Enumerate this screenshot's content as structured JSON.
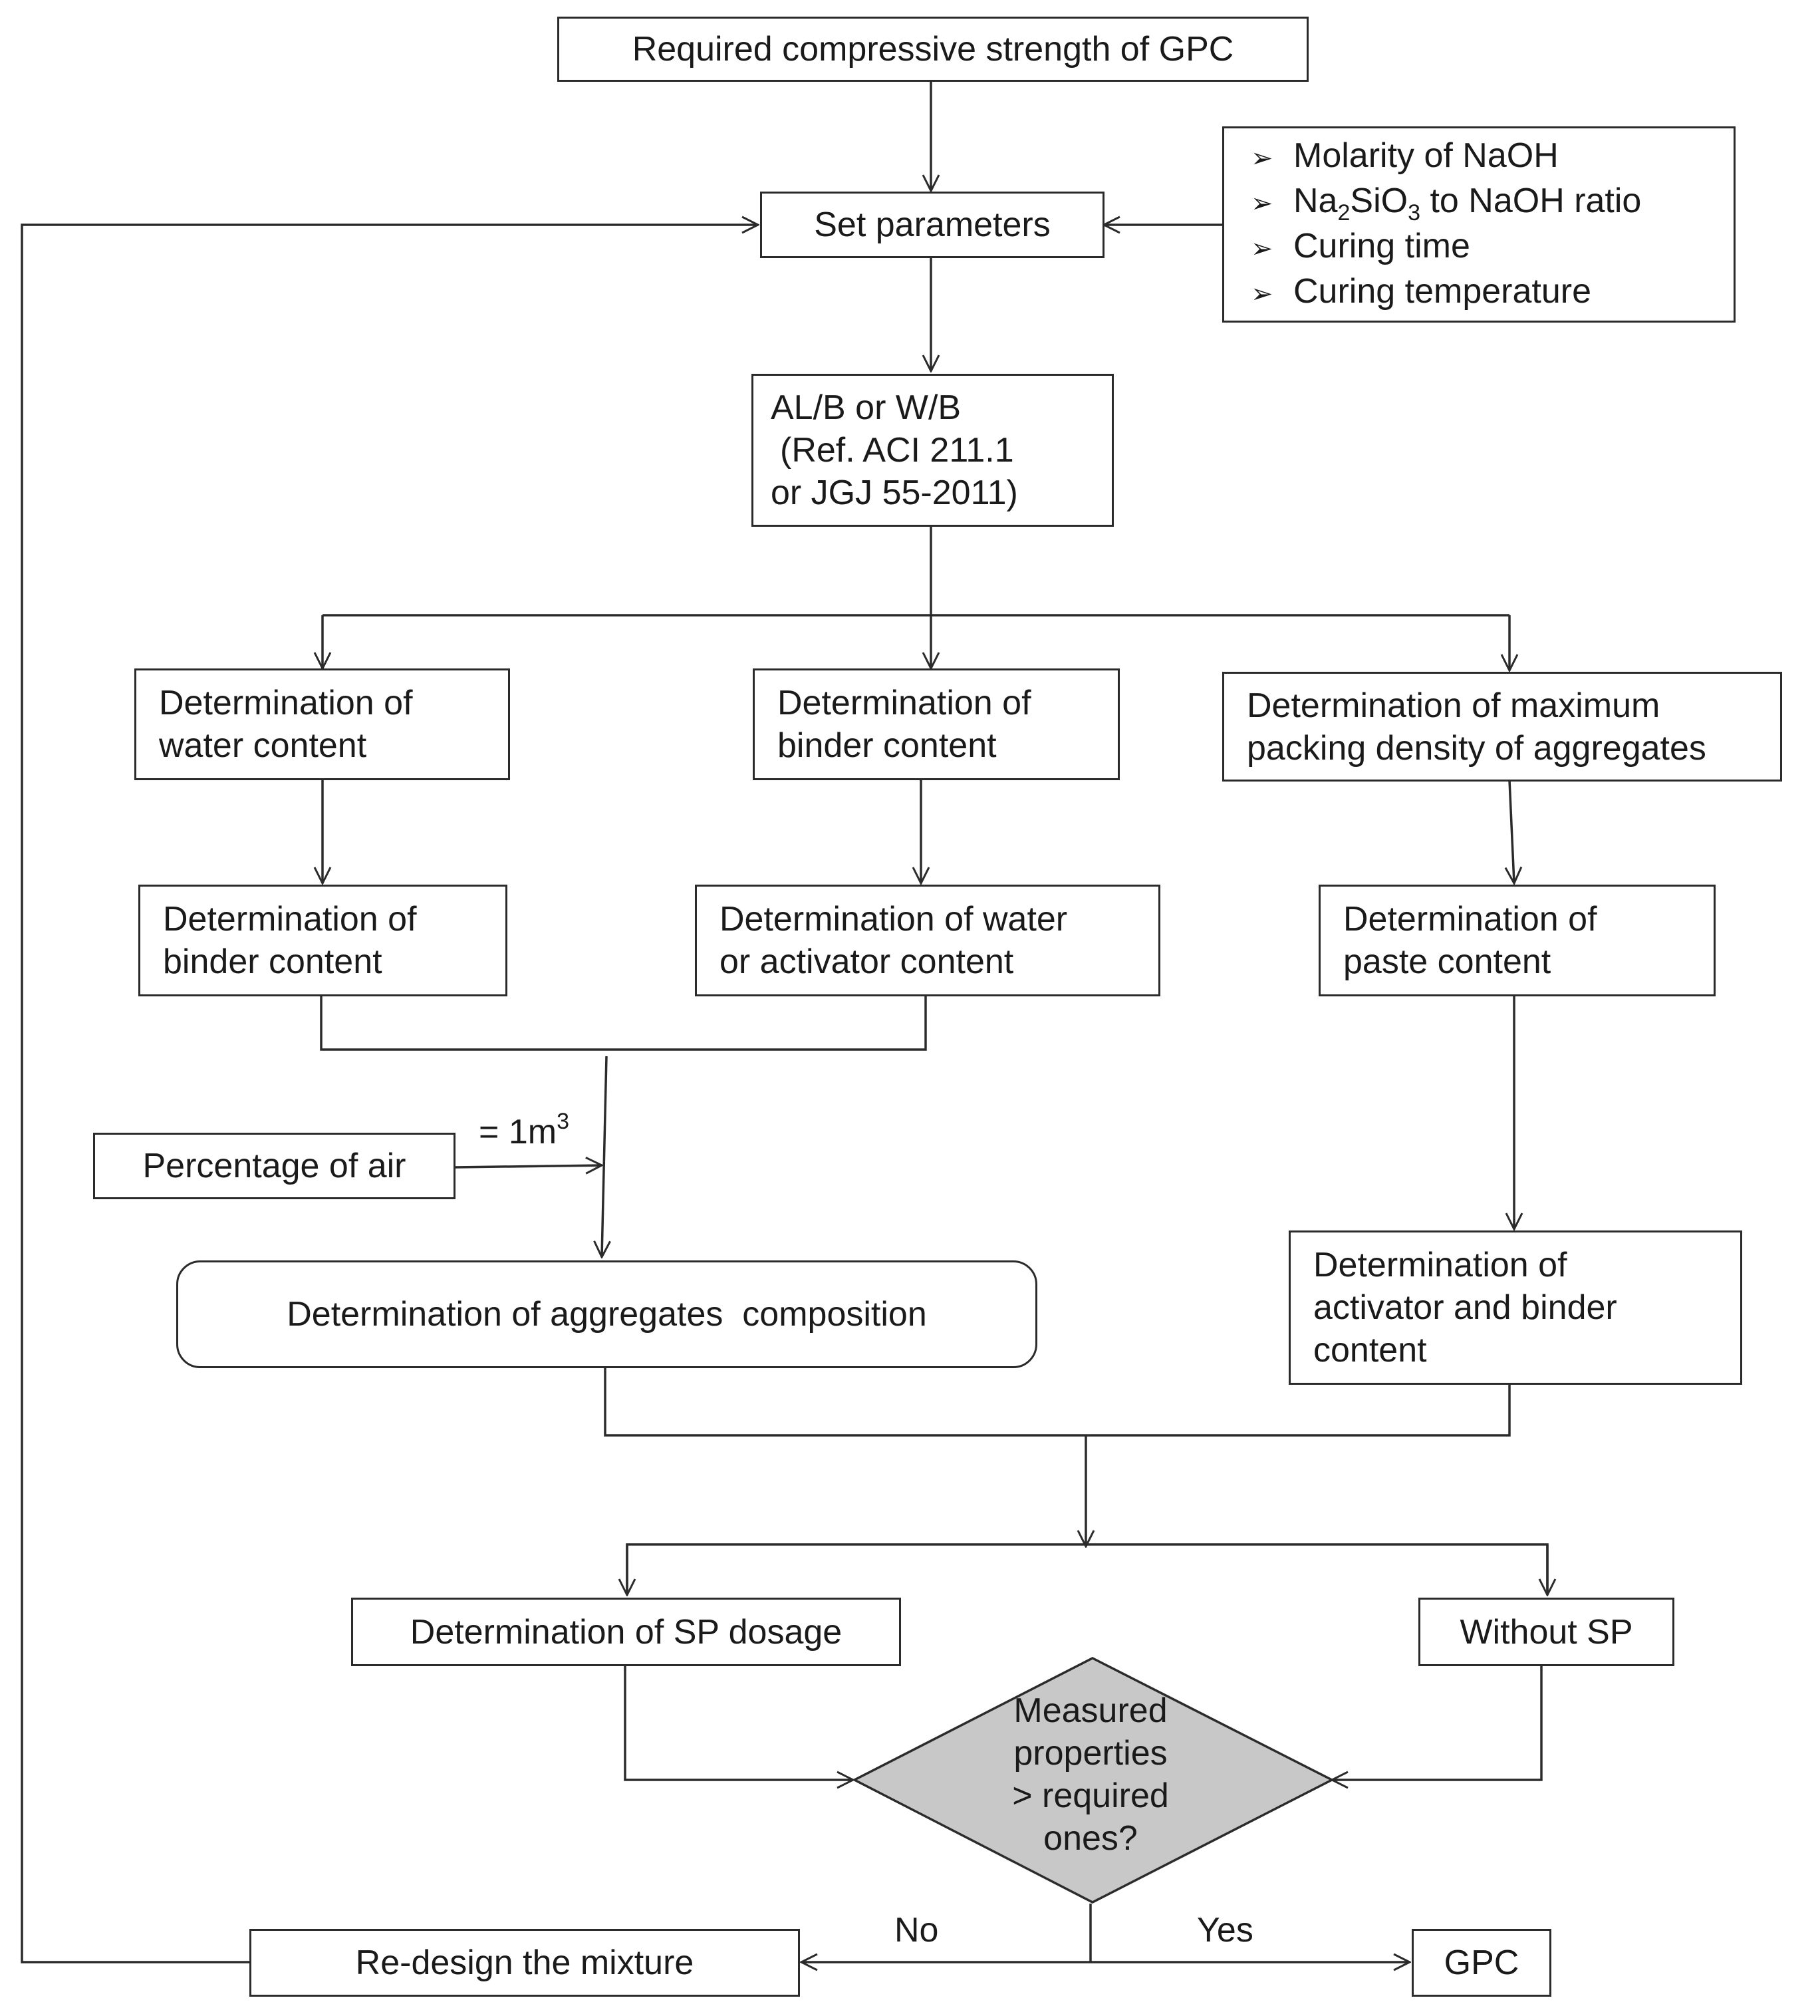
{
  "nodes": {
    "required_strength": "Required compressive strength of GPC",
    "set_parameters": "Set parameters",
    "parameters_list": {
      "items": [
        "Molarity of NaOH",
        "Curing time",
        "Curing temperature"
      ],
      "ratio_prefix": "Na",
      "ratio_sub1": "2",
      "ratio_mid": "SiO",
      "ratio_sub2": "3",
      "ratio_suffix": " to NaOH ratio"
    },
    "ratio_box": {
      "line1": "AL/B or W/B",
      "line2": "(Ref. ACI 211.1",
      "line3": "or JGJ 55-2011)"
    },
    "water_content": [
      "Determination of",
      "water content"
    ],
    "binder_content_mid": [
      "Determination of",
      "binder content"
    ],
    "packing_density": [
      "Determination of maximum",
      "packing density of aggregates"
    ],
    "binder_content_left": [
      "Determination of",
      "binder content"
    ],
    "water_activator_content": [
      "Determination of water",
      "or activator content"
    ],
    "paste_content": [
      "Determination of",
      "paste content"
    ],
    "percentage_air": "Percentage of air",
    "volume_label": {
      "text": "= 1m",
      "sup": "3"
    },
    "aggregates_composition": "Determination of aggregates  composition",
    "activator_binder": [
      "Determination of",
      "activator and binder",
      "content"
    ],
    "sp_dosage": "Determination of SP dosage",
    "without_sp": "Without SP",
    "decision": [
      "Measured",
      "properties",
      "> required",
      "ones?"
    ],
    "redesign": "Re-design the mixture",
    "gpc": "GPC"
  },
  "edge_labels": {
    "no": "No",
    "yes": "Yes"
  },
  "colors": {
    "line": "#2b2b2b",
    "decision_fill": "#c8c8c8",
    "box_fill": "#ffffff"
  }
}
